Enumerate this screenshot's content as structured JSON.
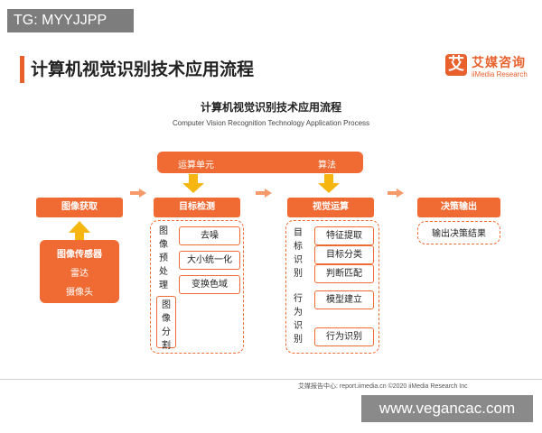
{
  "tag": "TG: MYYJJPP",
  "page_title": "计算机视觉识别技术应用流程",
  "logo": {
    "mark": "艾",
    "cn": "艾媒咨询",
    "en": "iiMedia Research",
    "color": "#e8602c"
  },
  "diagram": {
    "title": "计算机视觉识别技术应用流程",
    "subtitle": "Computer Vision Recognition Technology Application Process",
    "compute": {
      "left": "运算单元",
      "right": "算法"
    },
    "stages": [
      {
        "label": "图像获取"
      },
      {
        "label": "目标检测"
      },
      {
        "label": "视觉运算"
      },
      {
        "label": "决策输出"
      }
    ],
    "acquisition": {
      "title": "图像传感器",
      "items": [
        "雷达",
        "摄像头"
      ]
    },
    "detection": {
      "group1": {
        "label": [
          "图",
          "像",
          "预",
          "处",
          "理"
        ],
        "items": [
          "去噪",
          "大小统一化",
          "变换色域"
        ]
      },
      "group2": {
        "label": [
          "图",
          "像",
          "分",
          "割"
        ]
      }
    },
    "vision": {
      "group1": {
        "label": [
          "目",
          "标",
          "识",
          "别"
        ],
        "items": [
          "特征提取",
          "目标分类",
          "判断匹配"
        ]
      },
      "group2": {
        "label": [
          "行",
          "为",
          "识",
          "别"
        ],
        "items": [
          "模型建立",
          "行为识别"
        ]
      }
    },
    "decision": {
      "items": [
        "输出决策结果"
      ]
    }
  },
  "footer": "艾媒报告中心: report.iimedia.cn   ©2020 iiMedia Research Inc",
  "watermark": "www.vegancac.com",
  "colors": {
    "accent": "#f06b33",
    "arrow_yellow": "#f6b60f"
  }
}
